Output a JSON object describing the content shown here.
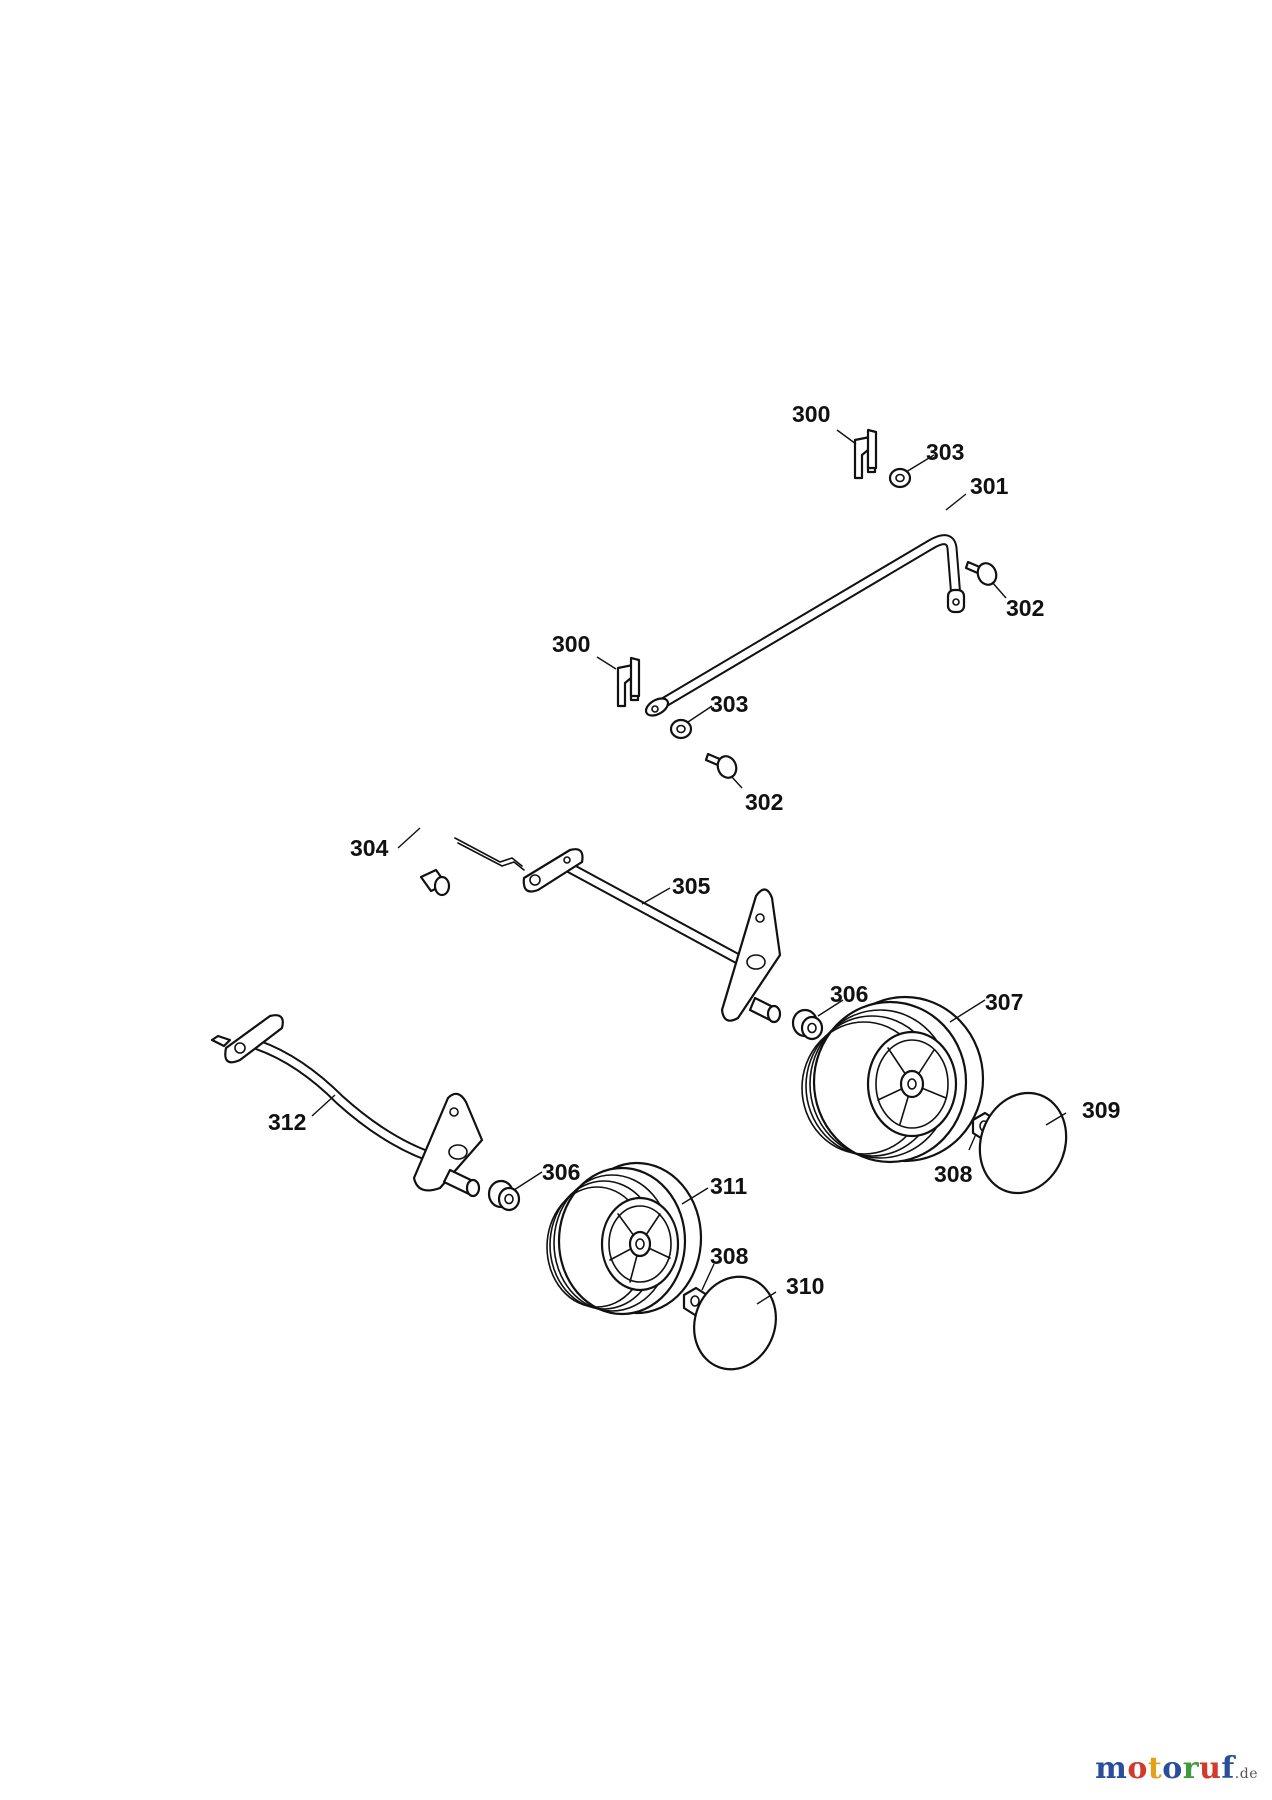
{
  "callouts": {
    "c300a": "300",
    "c303a": "303",
    "c301": "301",
    "c302a": "302",
    "c300b": "300",
    "c303b": "303",
    "c302b": "302",
    "c304": "304",
    "c305": "305",
    "c306a": "306",
    "c307": "307",
    "c312": "312",
    "c306b": "306",
    "c309": "309",
    "c308a": "308",
    "c311": "311",
    "c308b": "308",
    "c310": "310"
  },
  "watermark": {
    "letters": [
      "m",
      "o",
      "t",
      "o",
      "r",
      "u",
      "f"
    ],
    "letter_colors": [
      "#2a4e9c",
      "#d23a2a",
      "#e2a21a",
      "#2a4e9c",
      "#3f9a3c",
      "#d23a2a",
      "#2a4e9c"
    ],
    "tld": ".de"
  }
}
